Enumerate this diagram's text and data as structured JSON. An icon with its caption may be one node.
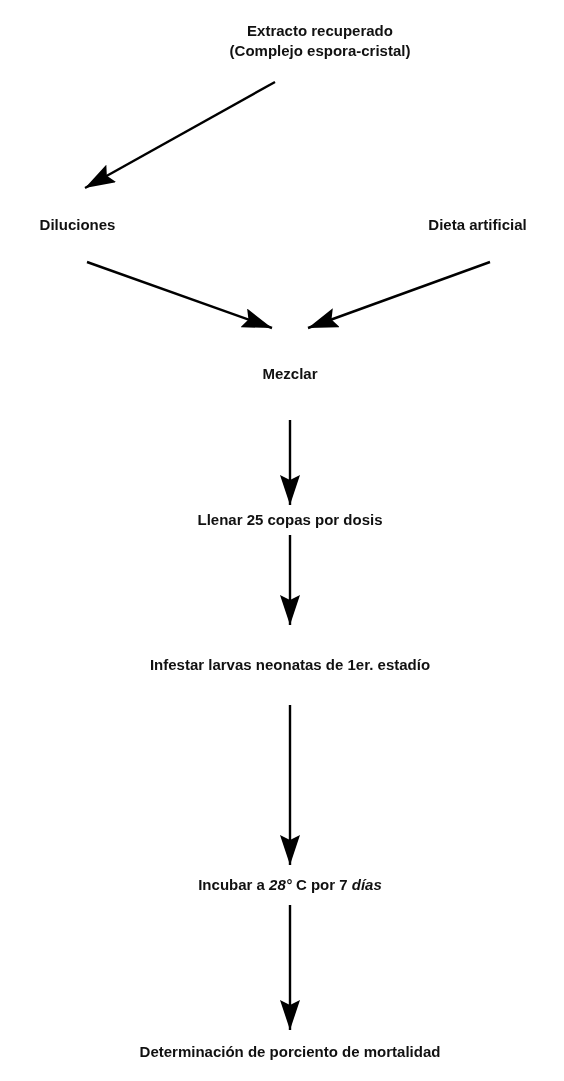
{
  "diagram": {
    "nodes": [
      {
        "text": [
          "Extracto recuperado (Complejo espora-cristal)"
        ]
      },
      {
        "text": [
          "Diluciones"
        ]
      },
      {
        "text": [
          "Dieta artificial"
        ]
      },
      {
        "text": [
          "Mezclar"
        ]
      },
      {
        "text": [
          "Llenar 25 copas por dosis"
        ]
      },
      {
        "text": [
          "Infestar larvas neonatas de 1er. estadío"
        ]
      },
      {
        "text": [
          "Incubar a *28°* C por 7 *días*"
        ]
      },
      {
        "text": [
          "Determinación de porciento de mortalidad"
        ]
      }
    ],
    "edges": [
      {
        "from": 0,
        "to": 1,
        "arrow": "to"
      },
      {
        "from": 1,
        "to": 3,
        "arrow": "to"
      },
      {
        "from": 2,
        "to": 3,
        "arrow": "to"
      },
      {
        "from": 3,
        "to": 4,
        "arrow": "to"
      },
      {
        "from": 4,
        "to": 5,
        "arrow": "to"
      },
      {
        "from": 5,
        "to": 6,
        "arrow": "to"
      },
      {
        "from": 6,
        "to": 7,
        "arrow": "to"
      }
    ]
  }
}
